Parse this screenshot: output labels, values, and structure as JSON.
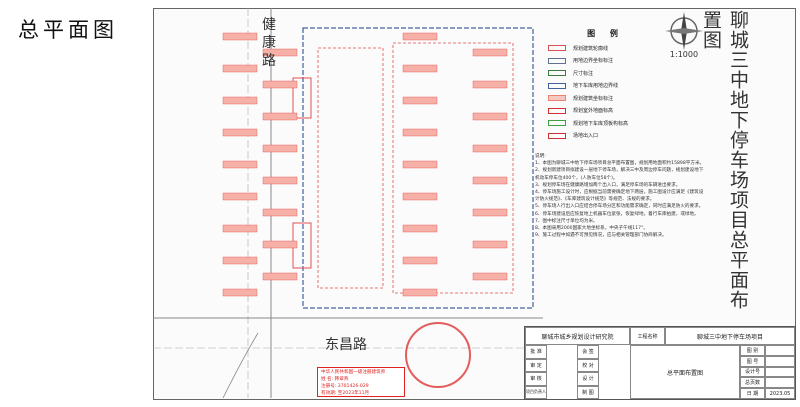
{
  "page_title": "总平面图",
  "drawing_title": "聊城三中地下停车场项目总平面布置图",
  "scale": "1:1000",
  "roads": {
    "west": "健康路",
    "south": "东昌路"
  },
  "legend": {
    "title": "图 例",
    "items": [
      {
        "label": "规划建筑轮廓线",
        "color": "#e05050"
      },
      {
        "label": "用地边界坐标标注",
        "color": "#607090"
      },
      {
        "label": "尺寸标注",
        "color": "#3a7a3a"
      },
      {
        "label": "地下车库用地边界线",
        "color": "#4060a0"
      },
      {
        "label": "规划建筑坐标标注",
        "color": "#f08070"
      },
      {
        "label": "规划室外地面标高",
        "color": "#d03030"
      },
      {
        "label": "规划地下车库顶板构标高",
        "color": "#40a040"
      },
      {
        "label": "场地出入口",
        "color": "#d03030"
      }
    ]
  },
  "notes": {
    "title": "说明:",
    "items": [
      "1、本图为聊城三中地下停车场项目总平面布置图，规划用地面积约15898平方米。",
      "2、规划新建项目拟建设一层地下停车场，解决三中及周边停车问题，规划建设地下机动车停车位400个，(人防车位58个)。",
      "3、规划停车场在健康路增加两个出入口，满足停车场的车辆进出要求。",
      "4、停车场施工设计时，应根据当前需要确定地下两层，施工图设计应满足《建筑设计防火规范》、《车库建筑设计规范》等规范、法规的要求。",
      "5、停车场人行出入口应结合停车场分区和功能需求确定，同时应满足防火的要求。",
      "6、停车场建设后应恢复地上机器车位紧张，恢复绿地，着行车库拍建，或绿地。",
      "7、图中标注尺寸单位均为米。",
      "8、本图采用2000国家大地坐标系，中央子午线117°。",
      "9、施工过程中如遇不可预见情况，应与相关管理部门协商解决。"
    ]
  },
  "title_block": {
    "institute": "聊城市城乡规划设计研究院",
    "project_label": "工程名称",
    "project_name": "聊城三中地下停车场项目",
    "approve": "批 准",
    "countersign": "会 签",
    "examine": "审 定",
    "proofread": "校 对",
    "review": "审 核",
    "design": "设 计",
    "leader": "项目负责人",
    "draw": "制 图",
    "drawing_name": "总平面布置图",
    "fields": [
      "图 别",
      "图 号",
      "设计号",
      "总页数",
      "日 期"
    ],
    "date": "2023.05"
  },
  "architect_stamp": {
    "line1": "中华人民共和国一级注册建筑师",
    "name": "姓 名: 韩翠燕",
    "reg_no": "注册号: 3701426-029",
    "valid": "有效期: 至2023年11月"
  }
}
